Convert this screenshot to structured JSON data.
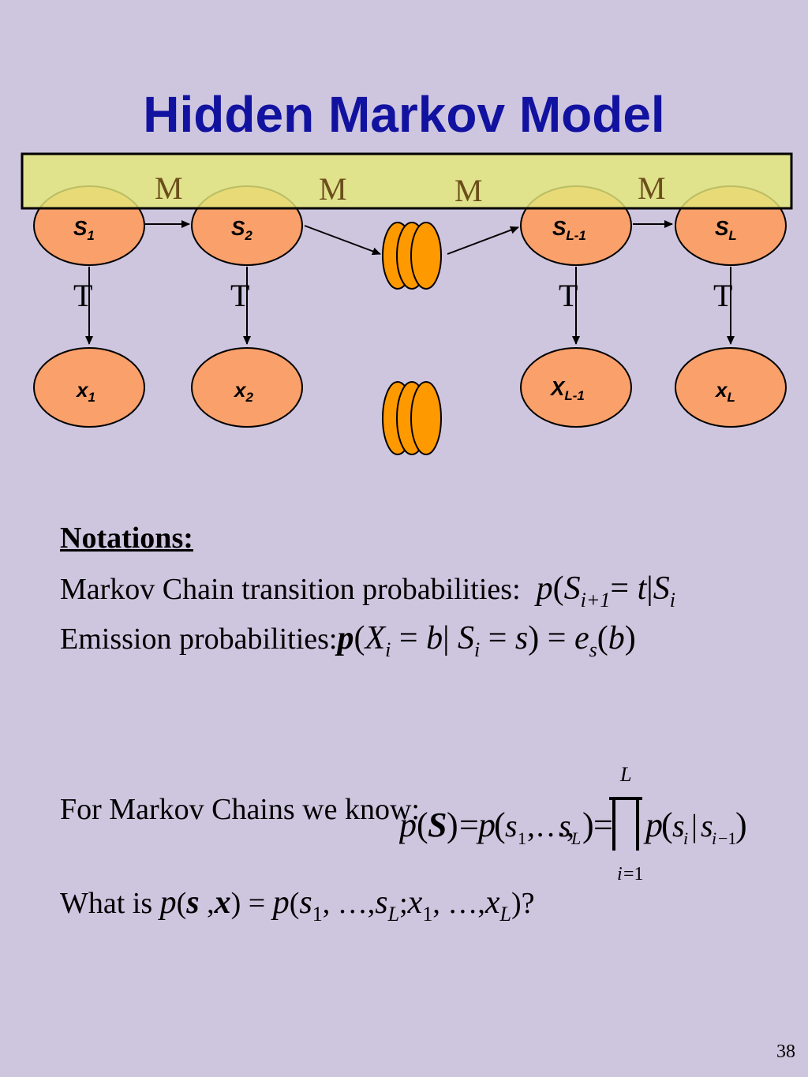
{
  "title": "Hidden Markov Model",
  "diagram": {
    "states": [
      {
        "label": "S",
        "sub": "1"
      },
      {
        "label": "S",
        "sub": "2"
      },
      {
        "label": "S",
        "sub": "L-1"
      },
      {
        "label": "S",
        "sub": "L"
      }
    ],
    "observations": [
      {
        "label": "x",
        "sub": "1"
      },
      {
        "label": "x",
        "sub": "2"
      },
      {
        "label": "X",
        "sub": "L-1"
      },
      {
        "label": "x",
        "sub": "L"
      }
    ],
    "m_label": "M",
    "t_label": "T",
    "colors": {
      "node_fill": "#f9a06b",
      "ellipsis_fill": "#ff9900",
      "band_fill": "#e4e87a",
      "background": "#cec5df",
      "title": "#1212a0"
    }
  },
  "notations": {
    "heading": "Notations:",
    "transition_label": "Markov Chain transition probabilities:",
    "emission_label": "Emission probabilities:"
  },
  "markov_chain_text": "For Markov Chains we know:",
  "question_text": "What is",
  "page_number": "38"
}
